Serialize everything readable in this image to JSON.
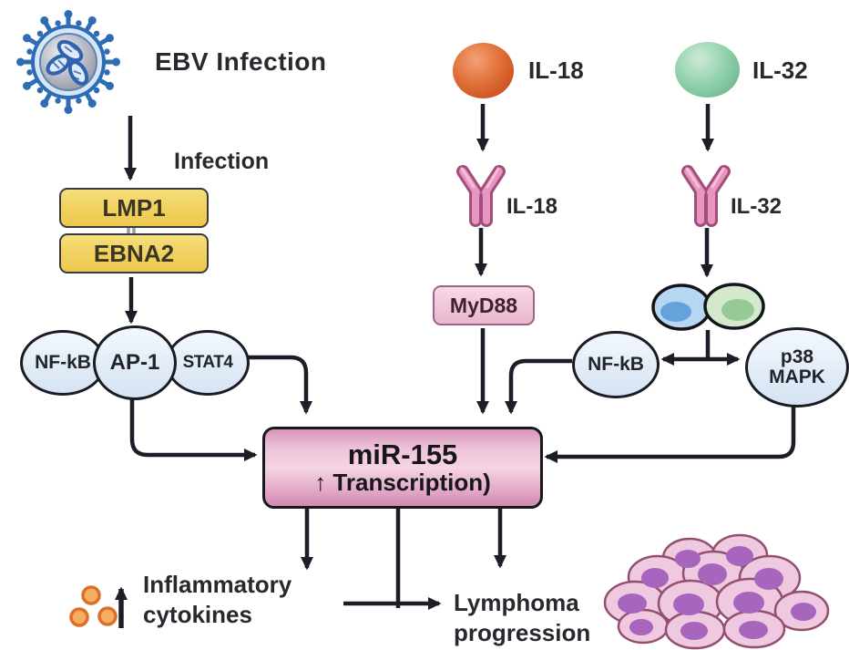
{
  "figure": {
    "left_pathway": {
      "title": "EBV Infection",
      "arrow_label": "Infection",
      "gene1": "LMP1",
      "gene2": "EBNA2",
      "tf1": "NF-kB",
      "tf2": "AP-1",
      "tf3": "STAT4"
    },
    "middle_pathway": {
      "ligand": "IL-18",
      "receptor_label": "IL-18",
      "adaptor": "MyD88"
    },
    "right_pathway": {
      "ligand": "IL-32",
      "receptor_label": "IL-32",
      "tf": "NF-kB",
      "kinase_line1": "p38",
      "kinase_line2": "MAPK"
    },
    "hub": {
      "title": "miR-155",
      "subtitle": "↑ Transcription)"
    },
    "outcomes": {
      "outcome1_line1": "Inflammatory",
      "outcome1_line2": "cytokines",
      "outcome2_line1": "Lymphoma",
      "outcome2_line2": "progression"
    },
    "icons": {
      "virus": "ebv-virus-icon",
      "receptor": "receptor-y-icon",
      "cell_pair": "cell-pair-icon",
      "cytokine_dots": "cytokine-dots-icon",
      "up_arrow": "up-arrow-icon",
      "tumor": "tumor-cell-cluster-icon"
    },
    "colors": {
      "arrow": "#1d1d28",
      "gene_box_fill": "#f1d362",
      "hub_fill": "#eec2d9",
      "oval_fill": "#e4edf8",
      "il18_ball": "#dd6a33",
      "il32_ball": "#7fc49c",
      "receptor_pink": "#e896bf",
      "receptor_outline": "#a34d7d",
      "tumor_cell_fill": "#eec9e0",
      "tumor_nucleus": "#a865bd",
      "virus_blue": "#2e6cb5"
    }
  }
}
